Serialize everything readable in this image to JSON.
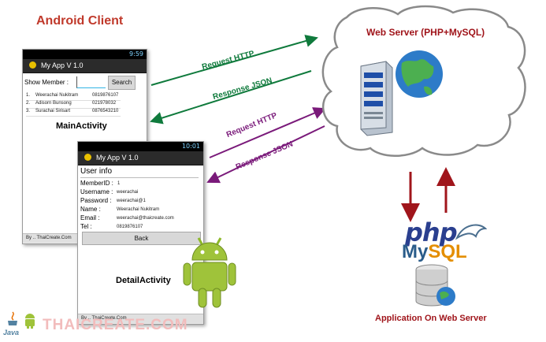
{
  "title_client": "Android Client",
  "title_server": "Web Server (PHP+MySQL)",
  "title_app": "Application On Web Server",
  "arrows": {
    "req1": "Request HTTP",
    "resp1": "Response JSON",
    "req2": "Request HTTP",
    "resp2": "Response JSON"
  },
  "phone_main": {
    "time": "9:59",
    "app_title": "My App V 1.0",
    "show_member_label": "Show Member :",
    "search_btn": "Search",
    "rows": [
      {
        "no": "1.",
        "name": "Weerachai Nukitram",
        "tel": "0819876107"
      },
      {
        "no": "2.",
        "name": "Adisorn Bunsong",
        "tel": "021978032"
      },
      {
        "no": "3.",
        "name": "Surachai Sirisart",
        "tel": "0876543210"
      }
    ],
    "activity": "MainActivity",
    "footer": "By .. ThaiCreate.Com"
  },
  "phone_detail": {
    "time": "10:01",
    "app_title": "My App V 1.0",
    "heading": "User info",
    "fields": [
      {
        "label": "MemberID :",
        "value": "1"
      },
      {
        "label": "Username :",
        "value": "weerachai"
      },
      {
        "label": "Password :",
        "value": "weerachai@1"
      },
      {
        "label": "Name :",
        "value": "Weerachai Nukitram"
      },
      {
        "label": "Email :",
        "value": "weerachai@thaicreate.com"
      },
      {
        "label": "Tel :",
        "value": "0819876107"
      }
    ],
    "back_btn": "Back",
    "activity": "DetailActivity",
    "footer": "By .. ThaiCreate.Com"
  },
  "logos": {
    "php": "php",
    "mysql_my": "My",
    "mysql_sql": "SQL",
    "java": "Java",
    "brand": "THAICREATE.COM"
  },
  "colors": {
    "green_arrow": "#0f7a3c",
    "purple_arrow": "#7a1a7a",
    "red_arrow": "#a0151b"
  }
}
